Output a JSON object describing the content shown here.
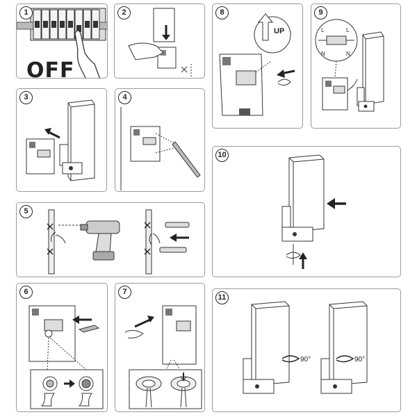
{
  "steps": [
    {
      "number": "1",
      "text": "OFF"
    },
    {
      "number": "2"
    },
    {
      "number": "3"
    },
    {
      "number": "4"
    },
    {
      "number": "5"
    },
    {
      "number": "6"
    },
    {
      "number": "7"
    },
    {
      "number": "8",
      "text": "UP"
    },
    {
      "number": "9",
      "labels": [
        "L",
        "L",
        "N",
        "N"
      ]
    },
    {
      "number": "10"
    },
    {
      "number": "11",
      "angle": "90°"
    }
  ],
  "icons": [
    "circuit-breaker",
    "hand",
    "lamp-housing",
    "screwdriver",
    "drill",
    "wall-plug",
    "arrow",
    "rotation-arrow",
    "cable-gland"
  ]
}
